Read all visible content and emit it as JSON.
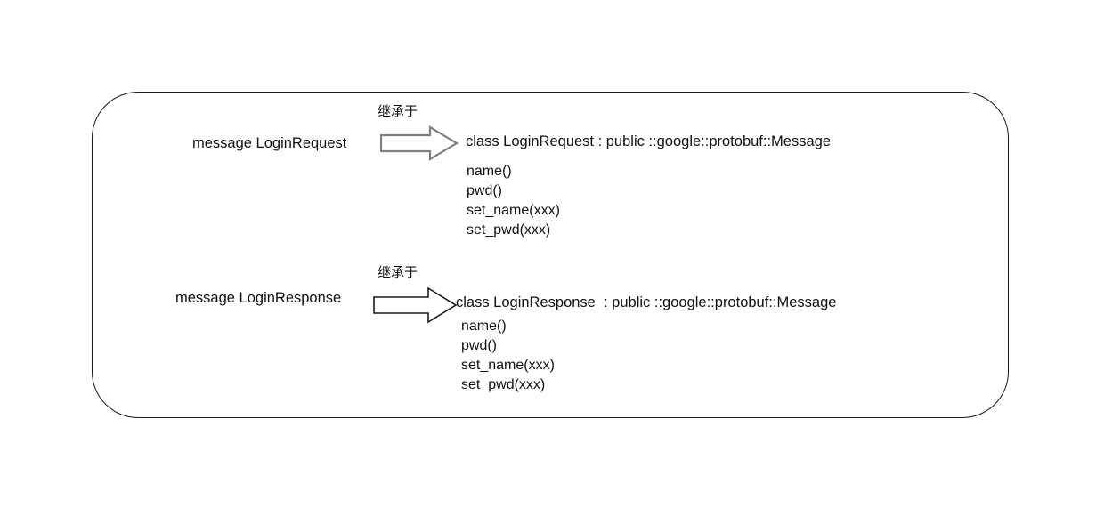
{
  "diagram": {
    "title_text": "",
    "container": {
      "shape": "rounded-rectangle",
      "border_color": "#1a1a1a"
    },
    "arrow_label": "继承于",
    "arrow_icon_1": "block-arrow-right-icon",
    "arrow_icon_2": "block-arrow-right-icon",
    "arrow_color_1": "#808080",
    "arrow_color_2": "#1a1a1a",
    "groups": [
      {
        "proto_message": "message LoginRequest",
        "relation_label": "继承于",
        "cpp_class": "class LoginRequest : public ::google::protobuf::Message",
        "methods": [
          "name()",
          "pwd()",
          "set_name(xxx)",
          "set_pwd(xxx)"
        ]
      },
      {
        "proto_message": "message LoginResponse",
        "relation_label": "继承于",
        "cpp_class": "class LoginResponse  : public ::google::protobuf::Message",
        "methods": [
          "name()",
          "pwd()",
          "set_name(xxx)",
          "set_pwd(xxx)"
        ]
      }
    ]
  }
}
